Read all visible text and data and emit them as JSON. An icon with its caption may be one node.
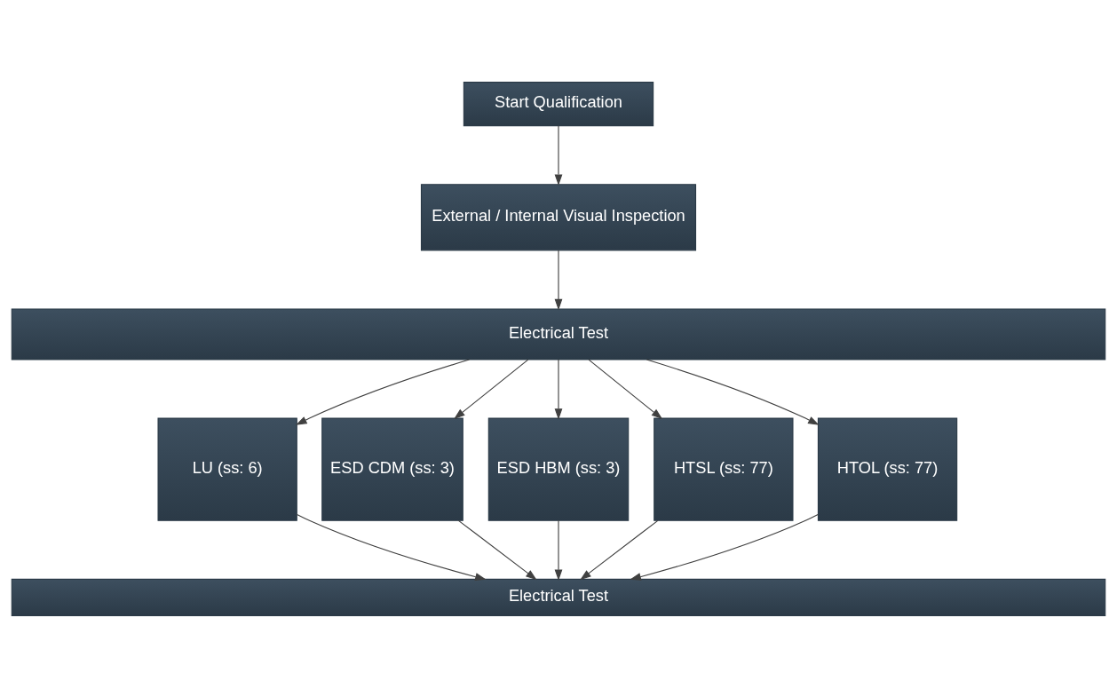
{
  "diagram": {
    "nodes": [
      {
        "text": [
          "Start Qualification"
        ]
      },
      {
        "text": [
          "External / Internal Visual Inspection"
        ]
      },
      {
        "text": [
          "Electrical Test"
        ]
      },
      {
        "text": [
          "LU (ss: 6)"
        ]
      },
      {
        "text": [
          "ESD CDM (ss: 3)"
        ]
      },
      {
        "text": [
          "ESD HBM (ss: 3)"
        ]
      },
      {
        "text": [
          "HTSL (ss: 77)"
        ]
      },
      {
        "text": [
          "HTOL (ss: 77)"
        ]
      },
      {
        "text": [
          "Electrical Test"
        ]
      }
    ],
    "edges": [
      {
        "from": 0,
        "to": 1,
        "arrow": "to"
      },
      {
        "from": 1,
        "to": 2,
        "arrow": "to"
      },
      {
        "from": 2,
        "to": 3,
        "arrow": "to"
      },
      {
        "from": 2,
        "to": 4,
        "arrow": "to"
      },
      {
        "from": 2,
        "to": 5,
        "arrow": "to"
      },
      {
        "from": 2,
        "to": 6,
        "arrow": "to"
      },
      {
        "from": 2,
        "to": 7,
        "arrow": "to"
      },
      {
        "from": 3,
        "to": 8,
        "arrow": "to"
      },
      {
        "from": 4,
        "to": 8,
        "arrow": "to"
      },
      {
        "from": 5,
        "to": 8,
        "arrow": "to"
      },
      {
        "from": 6,
        "to": 8,
        "arrow": "to"
      },
      {
        "from": 7,
        "to": 8,
        "arrow": "to"
      }
    ]
  }
}
